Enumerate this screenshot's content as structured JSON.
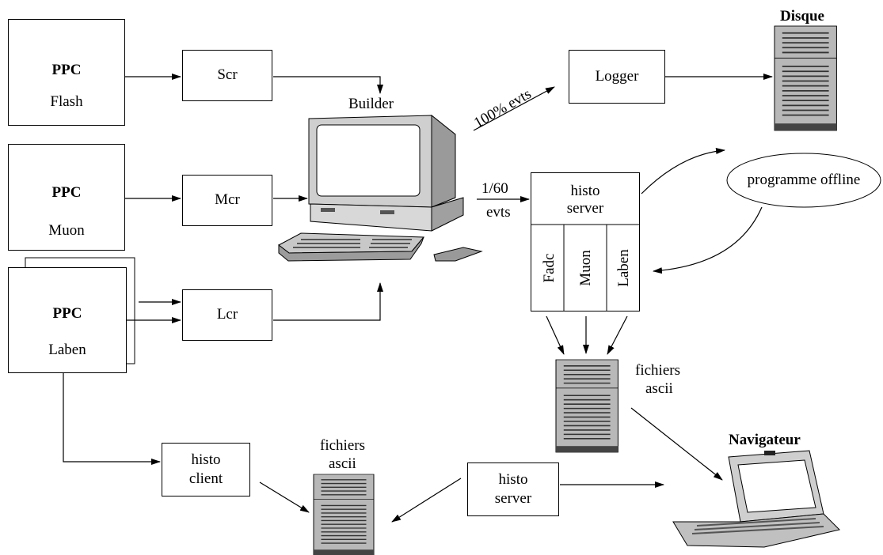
{
  "ppc_boards": [
    {
      "chip": "PPC",
      "name": "Flash"
    },
    {
      "chip": "PPC",
      "name": "Muon"
    },
    {
      "chip": "PPC",
      "name": "Laben"
    }
  ],
  "crates": {
    "scr": "Scr",
    "mcr": "Mcr",
    "lcr": "Lcr"
  },
  "builder": "Builder",
  "logger": "Logger",
  "disque": "Disque",
  "edge_100": "100%  evts",
  "rate": {
    "line1": "1/60",
    "line2": "evts"
  },
  "histo_server_top": {
    "line1": "histo",
    "line2": "server",
    "columns": [
      "Fadc",
      "Muon",
      "Laben"
    ]
  },
  "programme_offline": "programme offline",
  "fichiers_ascii_right": {
    "line1": "fichiers",
    "line2": "ascii"
  },
  "fichiers_ascii_bottom": {
    "line1": "fichiers",
    "line2": "ascii"
  },
  "histo_client": {
    "line1": "histo",
    "line2": "client"
  },
  "histo_server_bottom": {
    "line1": "histo",
    "line2": "server"
  },
  "navigateur": "Navigateur"
}
